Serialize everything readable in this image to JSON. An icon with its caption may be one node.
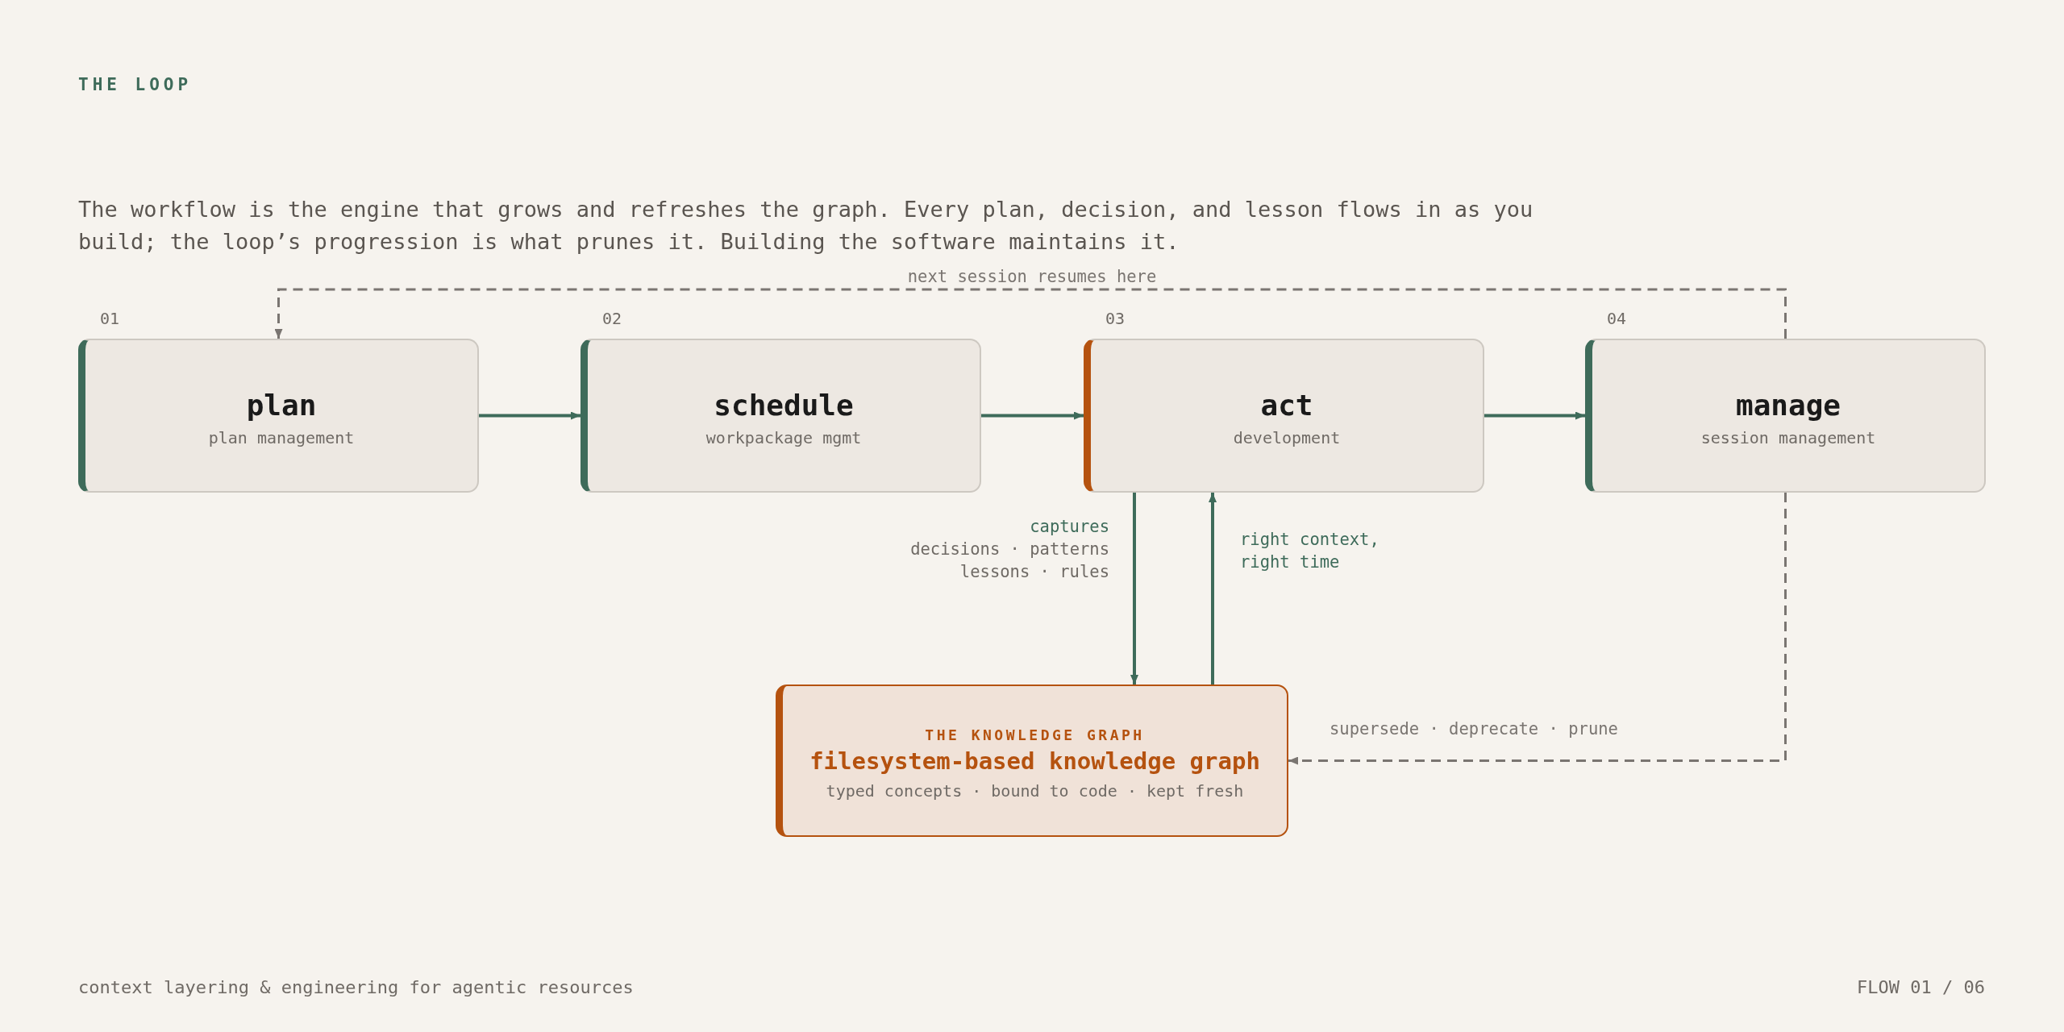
{
  "diagram": {
    "nodes": [
      {
        "text": [
          "plan",
          "plan management"
        ],
        "beside": [
          "01"
        ]
      },
      {
        "text": [
          "schedule",
          "workpackage mgmt"
        ],
        "beside": [
          "02"
        ]
      },
      {
        "text": [
          "act",
          "development"
        ],
        "beside": [
          "03"
        ]
      },
      {
        "text": [
          "manage",
          "session management"
        ],
        "beside": [
          "04"
        ]
      },
      {
        "text": [
          "THE KNOWLEDGE GRAPH",
          "filesystem-based knowledge graph",
          "typed concepts · bound to code · kept fresh"
        ]
      }
    ],
    "edges": [
      {
        "from": 0,
        "to": 1,
        "arrow": "to"
      },
      {
        "from": 1,
        "to": 2,
        "arrow": "to"
      },
      {
        "from": 2,
        "to": 3,
        "arrow": "to"
      },
      {
        "from": 3,
        "to": 0,
        "arrow": "to",
        "label": "next session resumes here",
        "style": "dashed",
        "color": "#7a7571"
      },
      {
        "from": 2,
        "to": 4,
        "arrow": "to",
        "label": "captures"
      },
      {
        "from": 4,
        "to": 2,
        "arrow": "to",
        "label": "right context, right time"
      },
      {
        "from": 3,
        "to": 4,
        "arrow": "to",
        "label": "supersede · deprecate · prune",
        "style": "dashed",
        "color": "#7a7571"
      }
    ],
    "labels": [
      "THE LOOP",
      "The workflow is the engine that grows and refreshes the graph. Every plan, decision, and lesson flows in as you build; the loop’s progression is what prunes it. Building the software maintains it.",
      "decisions · patterns lessons · rules",
      "context layering & engineering for agentic resources",
      "FLOW 01 / 06"
    ]
  }
}
